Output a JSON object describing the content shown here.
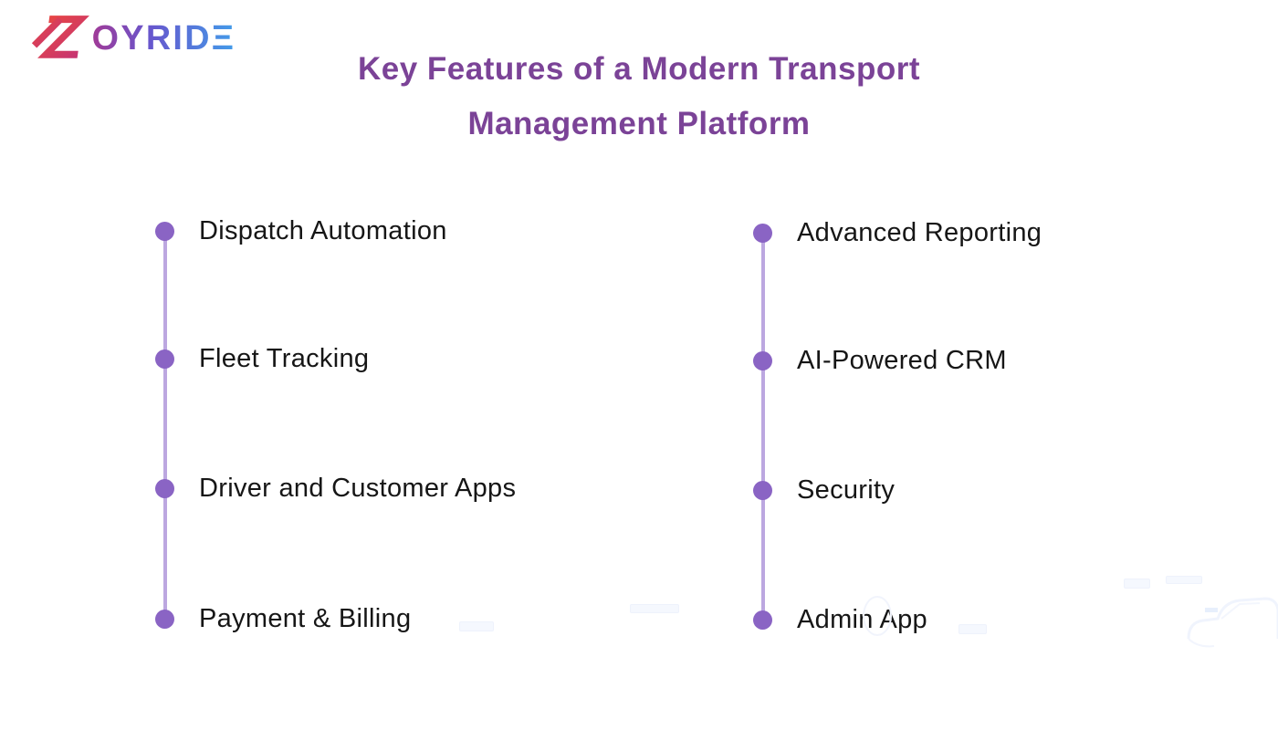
{
  "logo": {
    "brand": "ZOYRIDE",
    "mark": "Z",
    "wordmark_display": "OYRIDΞ"
  },
  "title": {
    "line1": "Key Features of a Modern Transport",
    "line2": "Management Platform"
  },
  "features": {
    "left": [
      "Dispatch Automation",
      "Fleet Tracking",
      "Driver and Customer Apps",
      "Payment & Billing"
    ],
    "right": [
      "Advanced Reporting",
      "AI-Powered CRM",
      "Security",
      "Admin App"
    ]
  },
  "theme": {
    "background": "#FFFFFF",
    "title_color": "#7B4397",
    "text_color": "#161616",
    "dot_color": "#8A64C4",
    "line_color": "#BCA7E0",
    "logo_red": "#E64545",
    "logo_pink": "#C73571",
    "logo_purple": "#A13A97",
    "logo_violet": "#6756CD",
    "logo_blue": "#3FA3EC",
    "watermark_color": "#F2F6FD"
  }
}
